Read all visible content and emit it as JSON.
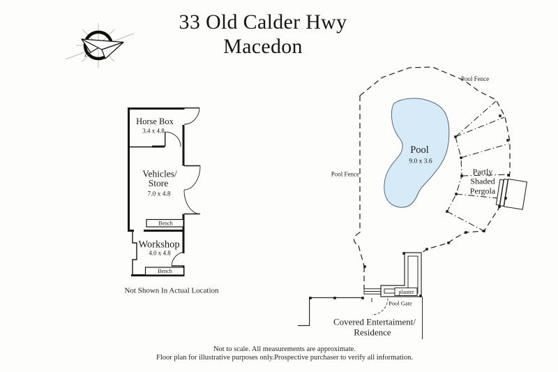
{
  "title": {
    "line1": "33 Old Calder Hwy",
    "line2": "Macedon"
  },
  "compass": {
    "label": "N"
  },
  "colors": {
    "ink": "#1c1c1c",
    "pool_fill": "#d7eaf7"
  },
  "outbuilding": {
    "rooms": [
      {
        "label": "Horse Box",
        "dims": "3.4 x 4.8"
      },
      {
        "label": "Vehicles/",
        "label2": "Store",
        "dims": "7.0 x 4.8"
      },
      {
        "label": "Workshop",
        "dims": "4.0 x 4.8"
      }
    ],
    "benches": [
      "Bench",
      "Bench"
    ],
    "note": "Not Shown In Actual Location"
  },
  "pool_area": {
    "pool": {
      "label": "Pool",
      "dims": "9.0 x 3.6"
    },
    "fence_label_top": "Pool Fence",
    "fence_label_left": "Pool Fence",
    "pergola": {
      "line1": "Partly",
      "line2": "Shaded",
      "line3": "Pergola"
    },
    "planter_label": "planter",
    "gate_label": "Pool Gate",
    "residence": {
      "line1": "Covered Entertaiment/",
      "line2": "Residence"
    }
  },
  "footer": {
    "line1": "Not to scale. All measurements are approximate.",
    "line2": "Floor plan for illustrative purposes only.Prospective purchaser to verify all information."
  }
}
